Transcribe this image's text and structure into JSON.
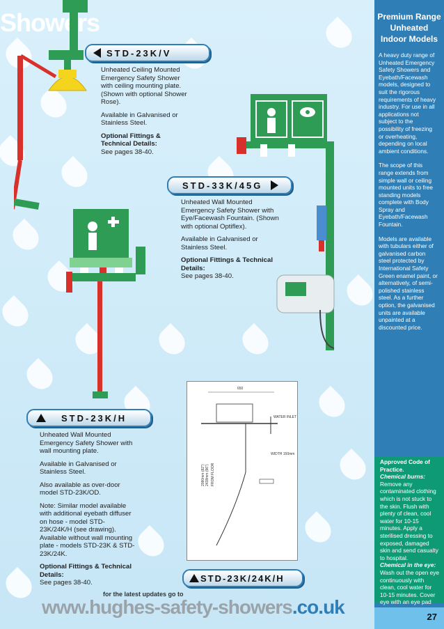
{
  "page": {
    "title_big": "Showers",
    "page_number": "27"
  },
  "sidebar": {
    "heading_lines": [
      "Premium Range",
      "Unheated",
      "Indoor Models"
    ],
    "para1": "A heavy duty range of Unheated Emergency Safety Showers and Eyebath/Facewash models, designed to suit the rigorous requirements of heavy industry. For use in all applications not subject to the possibility of freezing or overheating, depending on local ambient conditions.",
    "para2": "The scope of this range extends from simple wall or ceiling mounted units to free standing models complete with Body Spray and Eyebath/Facewash Fountain.",
    "para3": "Models are available with tubulars either of galvanised carbon steel protected by International Safety Green enamel paint, or alternatively, of semi-polished stainless steel. As a further option, the galvanised units are available unpainted at a discounted price.",
    "code_title": "Approved Code of Practice.",
    "chem_burns_title": "Chemical burns:",
    "chem_burns_text": "Remove any contaminated clothing which is not stuck to the skin. Flush with plenty of clean, cool water for 10-15 minutes. Apply a sterilised dressing to exposed, damaged skin and send casualty to hospital.",
    "chem_eye_title": "Chemical in the eye:",
    "chem_eye_text": "Wash out the open eye continuously with clean, cool water for 10-15 minutes. Cover eye with an eye pad and send casualty to hospital."
  },
  "products": {
    "std23kv": {
      "label": "STD-23K/V",
      "line1": "Unheated Ceiling Mounted Emergency Safety Shower with ceiling mounting plate. (Shown with optional Shower Rose).",
      "line2": "Available in Galvanised or Stainless Steel.",
      "fittings": "Optional Fittings & Technical Details:",
      "pages": "See pages 38-40."
    },
    "std33k45g": {
      "label": "STD-33K/45G",
      "line1": "Unheated Wall Mounted Emergency Safety Shower with Eye/Facewash Fountain. (Shown with optional Optiflex).",
      "line2": "Available in Galvanised or Stainless Steel.",
      "fittings": "Optional Fittings & Technical Details:",
      "pages": "See pages 38-40."
    },
    "std23kh": {
      "label": "STD-23K/H",
      "line1": "Unheated Wall Mounted Emergency Safety Shower with wall mounting plate.",
      "line2": "Available in Galvanised or Stainless Steel.",
      "line3": "Also available as over-door model STD-23K/OD.",
      "line4": "Note: Similar model available with additional eyebath diffuser on hose - model STD-23K/24K/H (see drawing). Available without wall mounting plate - models STD-23K & STD-23K/24K.",
      "fittings": "Optional Fittings & Technical Details:",
      "pages": "See pages 38-40."
    },
    "std23k24kh": {
      "label": "STD-23K/24K/H"
    }
  },
  "drawing": {
    "dim_top": "650",
    "water_inlet": "WATER INLET",
    "width": "WIDTH 150mm",
    "from_floor": "FROM FLOOR",
    "height1": "2080mm (82\")",
    "height2": "2438mm (96\")"
  },
  "footer": {
    "note": "for the latest updates go to",
    "url_main": "www.hughes-safety-showers",
    "url_tld": ".co.uk"
  },
  "colors": {
    "green": "#2e9c54",
    "red": "#d8312b",
    "yellow": "#f4d41c",
    "blue_sidebar": "#2f7fb6",
    "teal_box": "#0f9a76"
  }
}
